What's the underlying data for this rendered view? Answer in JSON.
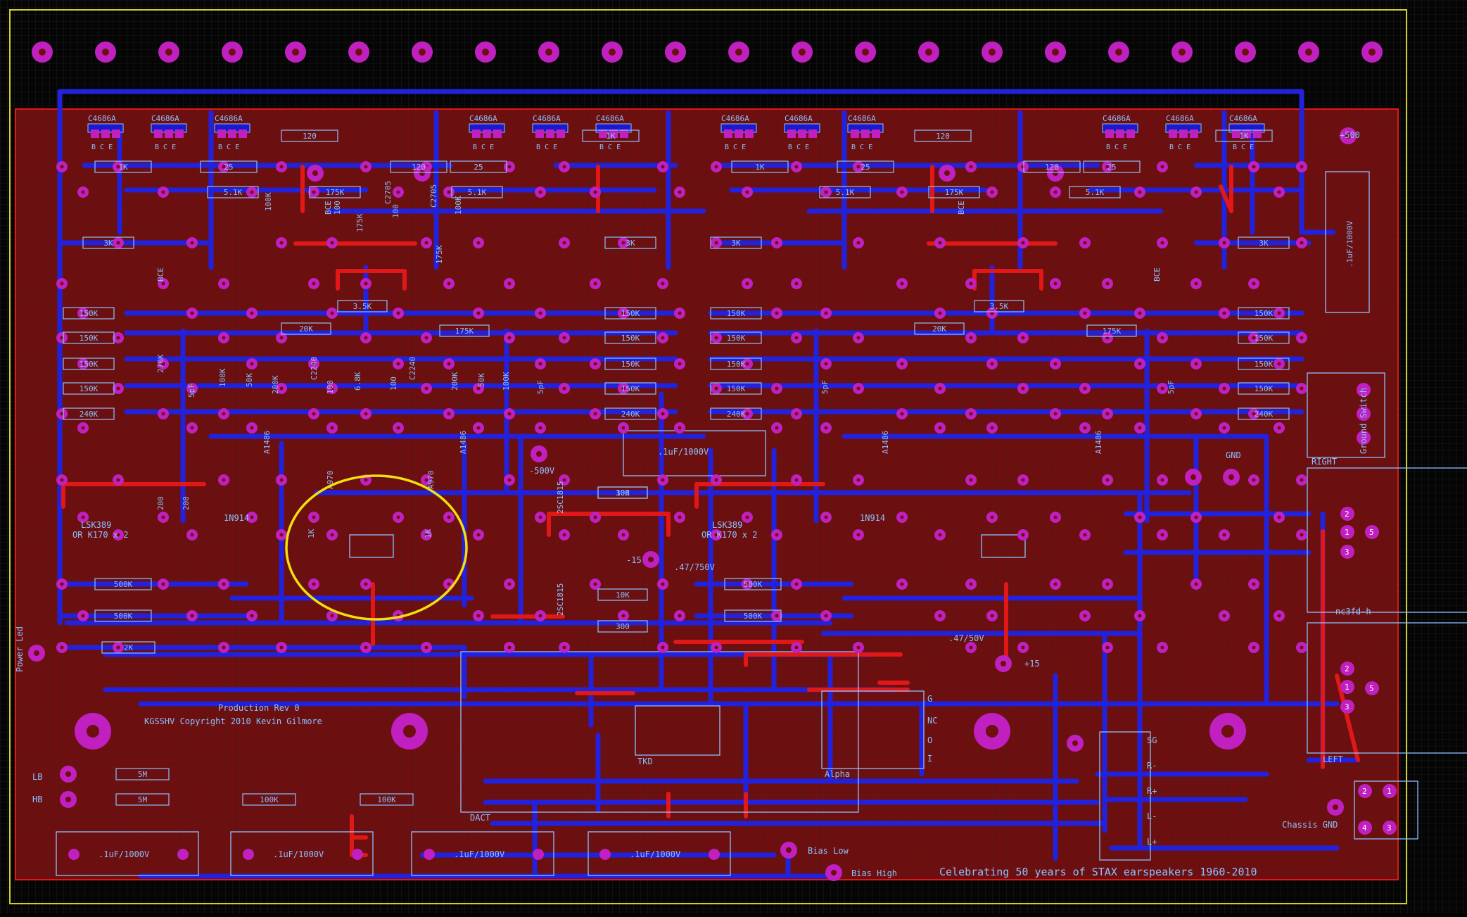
{
  "board": {
    "labels": {
      "production": "Production Rev 0",
      "copyright": "KGSSHV  Copyright 2010 Kevin Gilmore",
      "celebrating": "Celebrating 50 years of STAX earspeakers 1960-2010",
      "bias_low": "Bias Low",
      "bias_high": "Bias High",
      "chassis_gnd": "Chassis GND",
      "gnd": "GND",
      "ground_switch": "Ground Switch",
      "power_led": "Power Led",
      "right": "RIGHT",
      "left": "LEFT",
      "nc3fd": "nc3fd-h",
      "dact": "DACT",
      "tkd": "TKD",
      "alpha": "Alpha",
      "lb": "LB",
      "hb": "HB",
      "minus500": "-500V",
      "plus500": "+500",
      "plus15": "+15",
      "minus15": "-15",
      "cap_047_750": ".47/750V",
      "cap_047_50": ".47/50V",
      "cap_1uf_center": ".1uF/1000V",
      "cap_1uf_side": ".1uF/1000V",
      "lsk389_left": "LSK389",
      "lsk389_right": "LSK389",
      "ork170_left": "OR K170 x 2",
      "ork170_right": "OR K170 x 2",
      "diode_left": "1N914",
      "diode_right": "1N914",
      "sg": "SG",
      "r_minus": "R-",
      "r_plus": "R+",
      "l_minus": "L-",
      "l_plus": "L+",
      "g": "G",
      "nc": "NC",
      "o": "O",
      "i": "I"
    },
    "transistors_top": [
      "C4686A",
      "C4686A",
      "C4686A",
      "C4686A",
      "C4686A",
      "C4686A",
      "C4686A",
      "C4686A",
      "C4686A",
      "C4686A",
      "C4686A",
      "C4686A"
    ],
    "pin_labels": "B C E",
    "resistors_row1": [
      "1K",
      "25",
      "120",
      "120",
      "25",
      "1K",
      "1K",
      "25",
      "120",
      "120",
      "25",
      "1K"
    ],
    "resistors_row2": [
      "5.1K",
      "175K",
      "5.1K",
      "5.1K",
      "175K",
      "5.1K"
    ],
    "resistors_3k": [
      "3K",
      "3K",
      "3K",
      "3K"
    ],
    "resistors_150k": [
      "150K",
      "150K",
      "150K",
      "150K",
      "150K",
      "150K",
      "150K",
      "150K",
      "150K",
      "150K",
      "150K",
      "150K",
      "150K",
      "150K",
      "150K",
      "150K"
    ],
    "resistors_240k": [
      "240K",
      "240K",
      "240K",
      "240K"
    ],
    "resistors_misc": [
      "3.5K",
      "20K",
      "175K",
      "3.5K",
      "20K",
      "175K",
      "10K",
      "300",
      "10K",
      "300",
      "500K",
      "500K",
      "500K",
      "500K",
      "2K",
      "5M",
      "5M",
      "100K",
      "100K"
    ],
    "vertical_labels": [
      "100K",
      "270K",
      "100K",
      "50K",
      "200K",
      "C2240",
      "100",
      "6.8K",
      "100",
      "C2240",
      "200K",
      "50K",
      "100K",
      "C2705",
      "100",
      "175K",
      "100",
      "C2705",
      "100K",
      "175K",
      "1K",
      "1K",
      "200",
      "200",
      "A1486",
      "A970",
      "A1486",
      "A970",
      "2SC1815",
      "2SC1815",
      "5pF",
      "5pF",
      "5pF",
      "5pF",
      "BCE",
      "BCE",
      "BCE",
      "BCE",
      "A1486",
      "A1486"
    ],
    "caps_bottom": [
      ".1uF/1000V",
      ".1uF/1000V",
      ".1uF/1000V",
      ".1uF/1000V"
    ],
    "connector_pins": [
      "2",
      "1",
      "3",
      "5",
      "2",
      "1",
      "3",
      "5",
      "2",
      "1",
      "4",
      "3"
    ]
  }
}
